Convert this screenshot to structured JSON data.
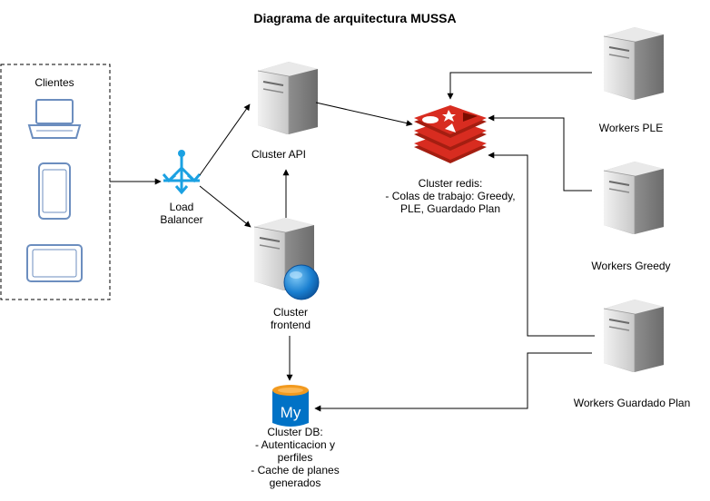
{
  "title": "Diagrama de arquitectura MUSSA",
  "nodes": {
    "clients": {
      "label": "Clientes"
    },
    "load_balancer": {
      "label_1": "Load",
      "label_2": "Balancer"
    },
    "cluster_api": {
      "label": "Cluster API"
    },
    "cluster_frontend": {
      "label_1": "Cluster",
      "label_2": "frontend"
    },
    "cluster_redis": {
      "label_1": "Cluster redis:",
      "label_2": "- Colas de trabajo: Greedy,",
      "label_3": "PLE, Guardado Plan"
    },
    "workers_ple": {
      "label": "Workers PLE"
    },
    "workers_greedy": {
      "label": "Workers Greedy"
    },
    "workers_guardado": {
      "label": "Workers Guardado Plan"
    },
    "cluster_db": {
      "icon_text": "My",
      "label_1": "Cluster DB:",
      "label_2": "- Autenticacion y",
      "label_3": "perfiles",
      "label_4": "- Cache de planes",
      "label_5": "generados"
    }
  },
  "colors": {
    "server_light": "#e6e6e6",
    "server_dark": "#9a9a9a",
    "azure_blue": "#1ba1e2",
    "redis_red": "#d82c20",
    "mysql_blue": "#0072c6",
    "mysql_orange": "#f29a1f"
  }
}
